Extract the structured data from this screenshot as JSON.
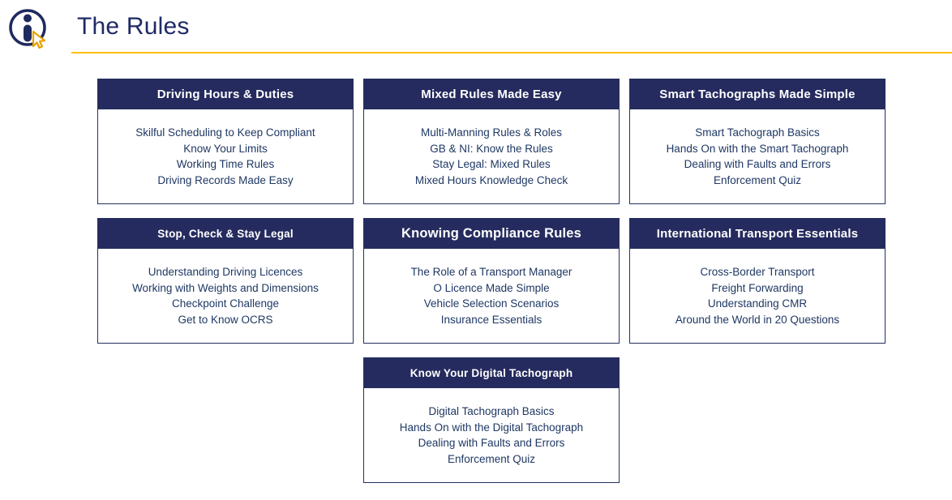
{
  "header": {
    "title": "The Rules"
  },
  "theme": {
    "navy": "#252B5E",
    "text_navy": "#1F3864",
    "gold": "#FFC000",
    "card_border": "#24315E"
  },
  "icons": {
    "logo": "info-person-cursor-icon"
  },
  "cards": [
    {
      "title": "Driving Hours & Duties",
      "items": [
        "Skilful Scheduling to Keep Compliant",
        "Know Your Limits",
        "Working Time Rules",
        "Driving Records Made Easy"
      ]
    },
    {
      "title": "Mixed Rules Made Easy",
      "items": [
        "Multi-Manning Rules & Roles",
        "GB & NI: Know the Rules",
        "Stay Legal: Mixed Rules",
        "Mixed Hours Knowledge Check"
      ]
    },
    {
      "title": "Smart Tachographs Made Simple",
      "items": [
        "Smart Tachograph Basics",
        "Hands On with the Smart Tachograph",
        "Dealing with Faults and Errors",
        "Enforcement Quiz"
      ]
    },
    {
      "title": "Stop, Check & Stay Legal",
      "items": [
        "Understanding Driving Licences",
        "Working with Weights and Dimensions",
        "Checkpoint Challenge",
        "Get to Know OCRS"
      ]
    },
    {
      "title": "Knowing Compliance Rules",
      "items": [
        "The Role of a Transport Manager",
        "O Licence Made Simple",
        "Vehicle Selection Scenarios",
        "Insurance Essentials"
      ]
    },
    {
      "title": "International Transport Essentials",
      "items": [
        "Cross-Border Transport",
        "Freight Forwarding",
        "Understanding CMR",
        "Around the World in 20 Questions"
      ]
    },
    {
      "title": "Know Your Digital Tachograph",
      "items": [
        "Digital Tachograph Basics",
        "Hands On with the Digital Tachograph",
        "Dealing with Faults and Errors",
        "Enforcement Quiz"
      ]
    }
  ]
}
